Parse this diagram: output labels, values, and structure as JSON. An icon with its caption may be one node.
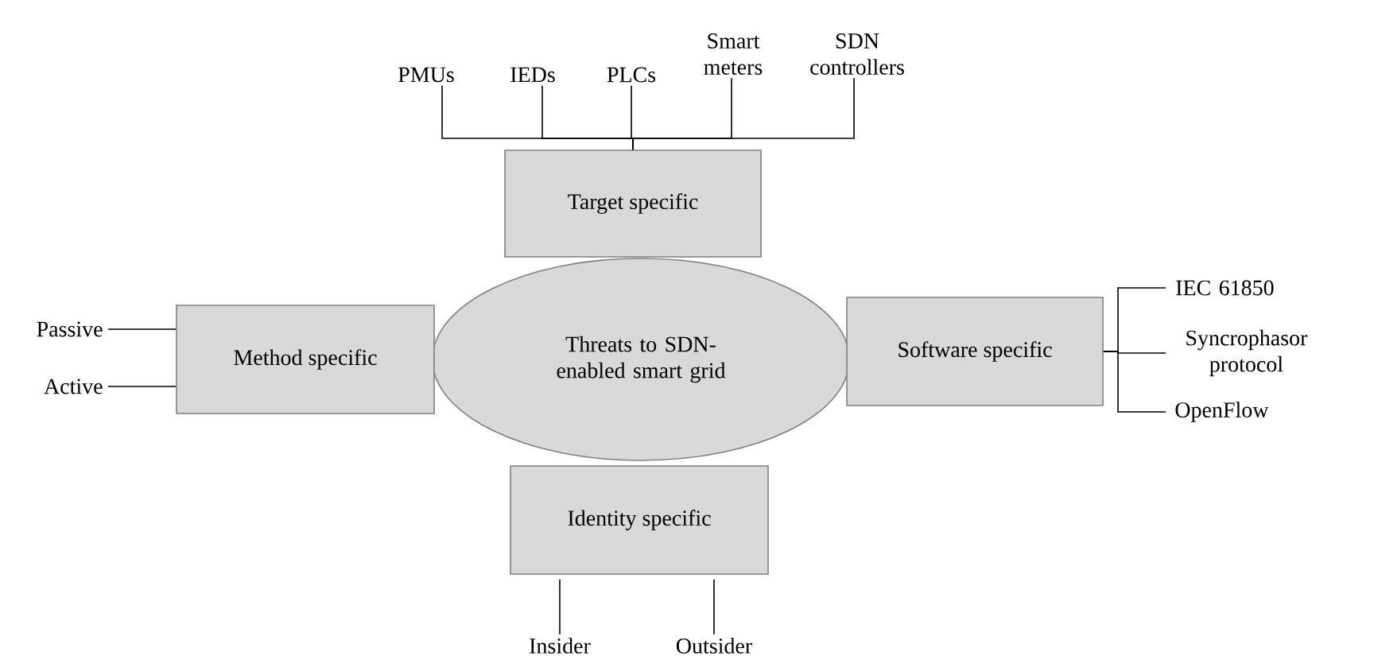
{
  "diagram": {
    "nodes": [
      {
        "text": [
          "Threats to SDN-enabled smart grid"
        ]
      },
      {
        "text": [
          "Target specific"
        ]
      },
      {
        "text": [
          "Method specific"
        ]
      },
      {
        "text": [
          "Software specific"
        ]
      },
      {
        "text": [
          "Identity specific"
        ]
      },
      {
        "text": [
          "PMUs"
        ]
      },
      {
        "text": [
          "IEDs"
        ]
      },
      {
        "text": [
          "PLCs"
        ]
      },
      {
        "text": [
          "Smart meters"
        ]
      },
      {
        "text": [
          "SDN controllers"
        ]
      },
      {
        "text": [
          "Passive"
        ]
      },
      {
        "text": [
          "Active"
        ]
      },
      {
        "text": [
          "IEC 61850"
        ]
      },
      {
        "text": [
          "Syncrophasor protocol"
        ]
      },
      {
        "text": [
          "OpenFlow"
        ]
      },
      {
        "text": [
          "Insider"
        ]
      },
      {
        "text": [
          "Outsider"
        ]
      }
    ],
    "edges": [
      {
        "from": 1,
        "to": 5,
        "arrow": "none"
      },
      {
        "from": 1,
        "to": 6,
        "arrow": "none"
      },
      {
        "from": 1,
        "to": 7,
        "arrow": "none"
      },
      {
        "from": 1,
        "to": 8,
        "arrow": "none"
      },
      {
        "from": 1,
        "to": 9,
        "arrow": "none"
      },
      {
        "from": 2,
        "to": 10,
        "arrow": "none"
      },
      {
        "from": 2,
        "to": 11,
        "arrow": "none"
      },
      {
        "from": 3,
        "to": 12,
        "arrow": "none"
      },
      {
        "from": 3,
        "to": 13,
        "arrow": "none"
      },
      {
        "from": 3,
        "to": 14,
        "arrow": "none"
      },
      {
        "from": 4,
        "to": 15,
        "arrow": "none"
      },
      {
        "from": 4,
        "to": 16,
        "arrow": "none"
      }
    ]
  }
}
